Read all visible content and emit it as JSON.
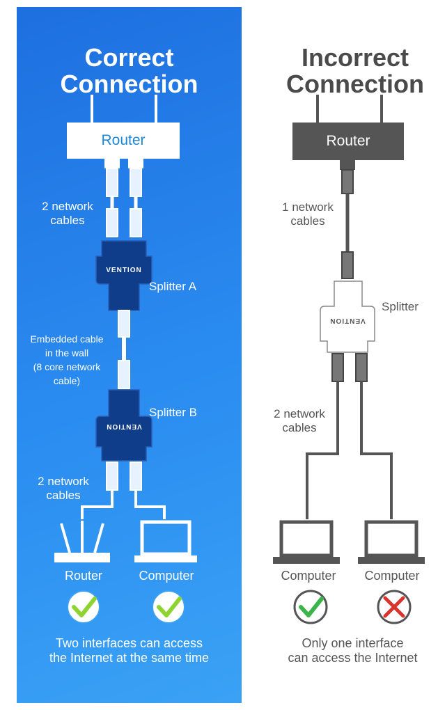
{
  "left": {
    "title_line1": "Correct",
    "title_line2": "Connection",
    "router_box": "Router",
    "cables_top_line1": "2 network",
    "cables_top_line2": "cables",
    "splitter_a": "Splitter A",
    "splitter_a_brand": "VENTION",
    "embedded_line1": "Embedded cable",
    "embedded_line2": "in the wall",
    "embedded_line3": "(8 core network",
    "embedded_line4": "cable)",
    "splitter_b": "Splitter B",
    "splitter_b_brand": "VENTION",
    "cables_bottom_line1": "2 network",
    "cables_bottom_line2": "cables",
    "device1": "Router",
    "device2": "Computer",
    "result_line1": "Two interfaces can access",
    "result_line2": "the Internet at the same time"
  },
  "right": {
    "title_line1": "Incorrect",
    "title_line2": "Connection",
    "router_box": "Router",
    "cables_top_line1": "1 network",
    "cables_top_line2": "cables",
    "splitter": "Splitter",
    "splitter_brand": "VENTION",
    "cables_bottom_line1": "2 network",
    "cables_bottom_line2": "cables",
    "device1": "Computer",
    "device2": "Computer",
    "result_line1": "Only one interface",
    "result_line2": "can access the Internet"
  },
  "colors": {
    "panel_blue": "#1e6fe0",
    "check_green": "#3cb44a",
    "cross_red": "#d9332e",
    "gray": "#555555"
  },
  "icons": {
    "correct": "checkmark-icon",
    "incorrect": "cross-icon",
    "router": "wifi-router-icon",
    "computer": "laptop-icon"
  }
}
